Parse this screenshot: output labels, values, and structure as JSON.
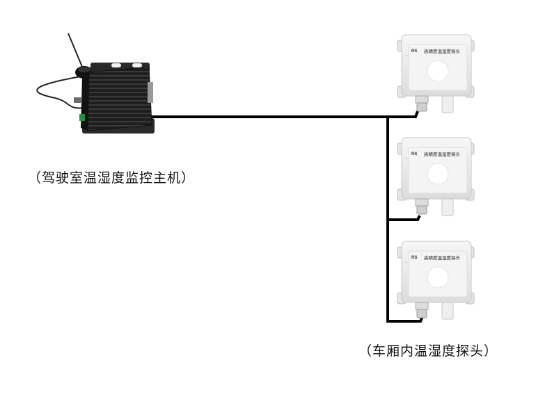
{
  "host": {
    "label": "（驾驶室温湿度监控主机）",
    "color": "#1b1b1b"
  },
  "sensors": {
    "label": "（车厢内温湿度探头）",
    "probe_text": "高精度温湿度探头",
    "logo_text": "RS",
    "count": 3
  },
  "wiring": {
    "color": "#000000"
  }
}
